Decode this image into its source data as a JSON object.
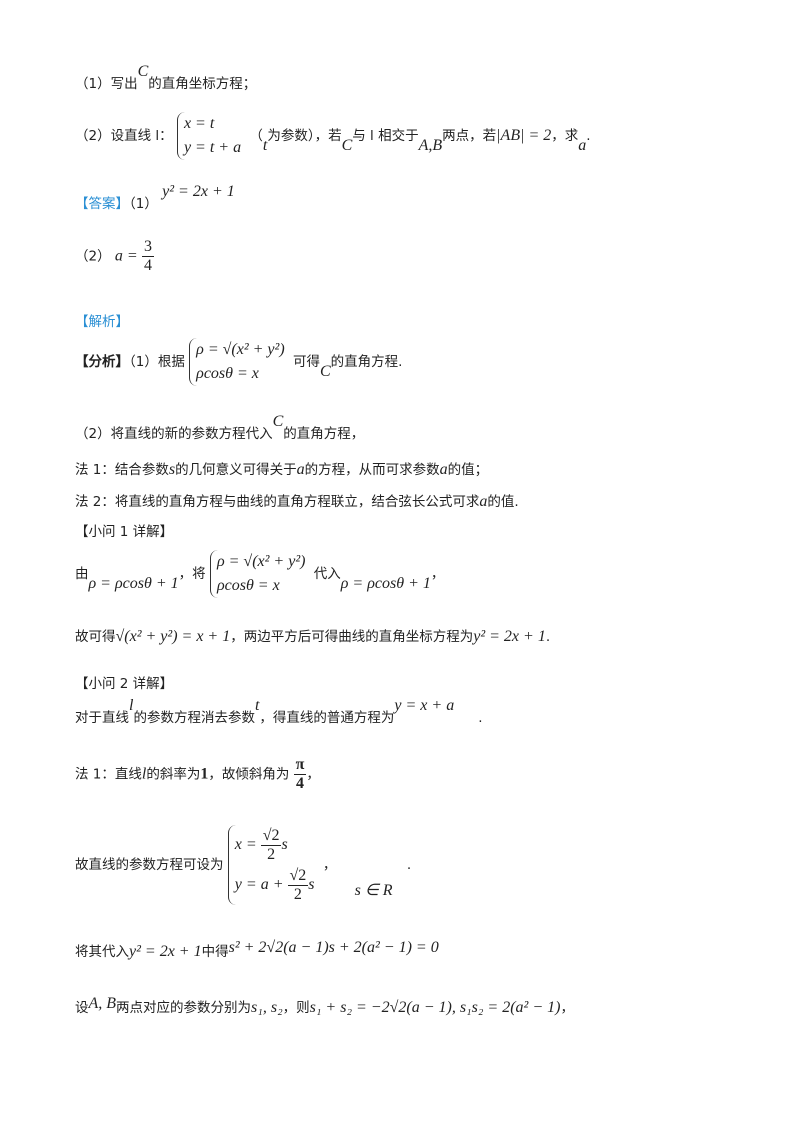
{
  "q1": {
    "prefix": "（1）写出",
    "var": "C",
    "suffix": "的直角坐标方程；"
  },
  "q2": {
    "prefix": "（2）设直线 l：",
    "eq1": "x = t",
    "eq2": "y = t + a",
    "p1": "（",
    "t": "t",
    "p2": "为参数），若",
    "C": "C",
    "p3": "与 l 相交于",
    "AB": "A,B",
    "p4": "两点，若",
    "abs": "|AB| = 2",
    "p5": "，求",
    "a": "a",
    "end": "."
  },
  "answer": {
    "label": "【答案】",
    "part1": "（1）",
    "eq1": "y² = 2x + 1",
    "part2": "（2）",
    "lhs": "a =",
    "num": "3",
    "den": "4"
  },
  "analysis": {
    "label": "【解析】",
    "fenxi": {
      "label": "【分析】",
      "prefix": "（1）根据",
      "eq1": "ρ = √(x² + y²)",
      "eq2": "ρcosθ = x",
      "mid": "可得",
      "C": "C",
      "suffix": "的直角方程."
    },
    "line2": {
      "prefix": "（2）将直线的新的参数方程代入",
      "C": "C",
      "suffix": "的直角方程，"
    },
    "fa1": {
      "t1": "法 1：结合参数",
      "s": "s",
      "t2": "的几何意义可得关于",
      "a": "a",
      "t3": "的方程，从而可求参数",
      "a2": "a",
      "t4": "的值；"
    },
    "fa2": {
      "t1": "法 2：将直线的直角方程与曲线的直角方程联立，结合弦长公式可求",
      "a": "a",
      "t2": "的值."
    }
  },
  "sub1": {
    "label": "【小问 1 详解】",
    "you": "由",
    "eqA": "ρ = ρcosθ + 1",
    "jiang": "，将",
    "eq1": "ρ = √(x² + y²)",
    "eq2": "ρcosθ = x",
    "dairu": "代入",
    "eqB": "ρ = ρcosθ + 1",
    "comma": "，",
    "line2": {
      "t1": "故可得",
      "eq": "√(x² + y²) = x + 1",
      "t2": "，两边平方后可得曲线的直角坐标方程为",
      "eq2": "y² = 2x + 1",
      "end": "."
    }
  },
  "sub2": {
    "label": "【小问 2 详解】",
    "l1": {
      "t1": "对于直线",
      "l": "l",
      "t2": "的参数方程消去参数",
      "t": "t",
      "t3": "，得直线的普通方程为",
      "eq": "y = x + a",
      "end": "."
    },
    "fa1": {
      "t1": "法 1：直线",
      "l": "l",
      "t2": "的斜率为",
      "one": "1",
      "t3": "，故倾斜角为",
      "num": "π",
      "den": "4",
      "end": "，"
    },
    "param": {
      "t1": "故直线的参数方程可设为",
      "x_lhs": "x =",
      "x_num": "√2",
      "x_den": "2",
      "x_s": "s",
      "y_lhs": "y = a +",
      "y_num": "√2",
      "y_den": "2",
      "y_s": "s",
      "comma": "，",
      "domain": "s ∈ R",
      "end": "."
    },
    "sub": {
      "t1": "将其代入",
      "eq1": "y² = 2x + 1",
      "t2": "中得",
      "eq2": "s² + 2√2(a − 1)s + 2(a² − 1) = 0"
    },
    "vieta": {
      "t1": "设",
      "AB": "A, B",
      "t2": "两点对应的参数分别为",
      "s": "s₁, s₂",
      "t3": "，则",
      "eq": "s₁ + s₂ = −2√2(a − 1), s₁s₂ = 2(a² − 1)",
      "end": "，"
    }
  }
}
